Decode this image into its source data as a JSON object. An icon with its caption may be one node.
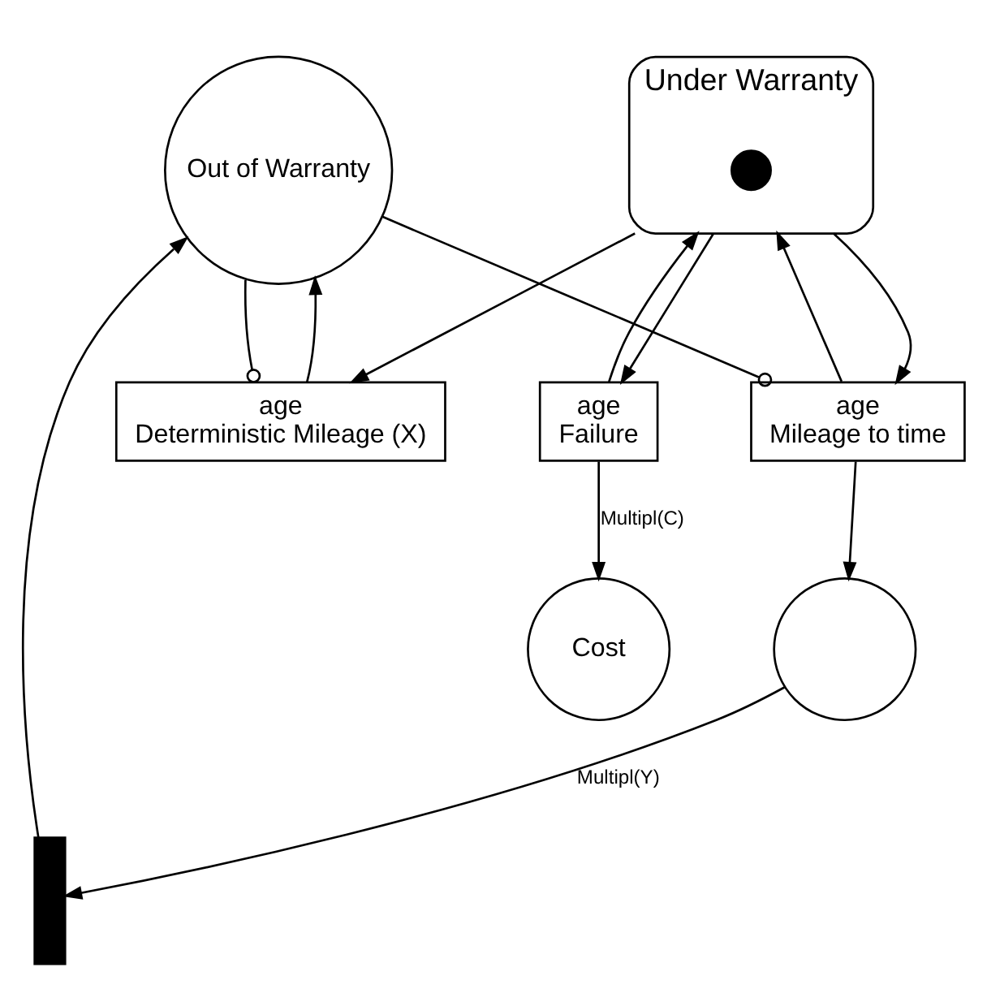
{
  "diagram": {
    "nodes": [
      {
        "text": [
          "Out of Warranty"
        ]
      },
      {
        "text": [
          "Under Warranty"
        ]
      },
      {
        "text": [],
        "shape": "circle",
        "in": 1
      },
      {
        "text": [
          "age",
          "Deterministic Mileage (X)"
        ]
      },
      {
        "text": [
          "age",
          "Mileage to time"
        ]
      },
      {
        "text": [],
        "shape": "circle"
      },
      {
        "text": [],
        "shape": "bar"
      },
      {
        "text": [
          "age",
          "Failure"
        ]
      },
      {
        "text": [
          "Cost"
        ]
      }
    ],
    "edges": [
      {
        "from": 1,
        "to": 3,
        "arrow": "to"
      },
      {
        "from": 1,
        "to": 4,
        "arrow": "to"
      },
      {
        "from": 4,
        "to": 5,
        "arrow": "to"
      },
      {
        "from": 5,
        "to": 6,
        "arrow": "to",
        "label": "Multipl(Y)"
      },
      {
        "from": 6,
        "to": 0,
        "arrow": "to"
      },
      {
        "from": 3,
        "to": 0,
        "arrow": "to"
      },
      {
        "from": 0,
        "to": 3,
        "arrow": "other"
      },
      {
        "from": 0,
        "to": 4,
        "arrow": "other"
      },
      {
        "from": 4,
        "to": 1,
        "arrow": "to"
      },
      {
        "from": 1,
        "to": 7,
        "arrow": "to"
      },
      {
        "from": 7,
        "to": 1,
        "arrow": "to"
      },
      {
        "from": 7,
        "to": 8,
        "arrow": "to",
        "label": "Multipl(C)"
      }
    ]
  }
}
